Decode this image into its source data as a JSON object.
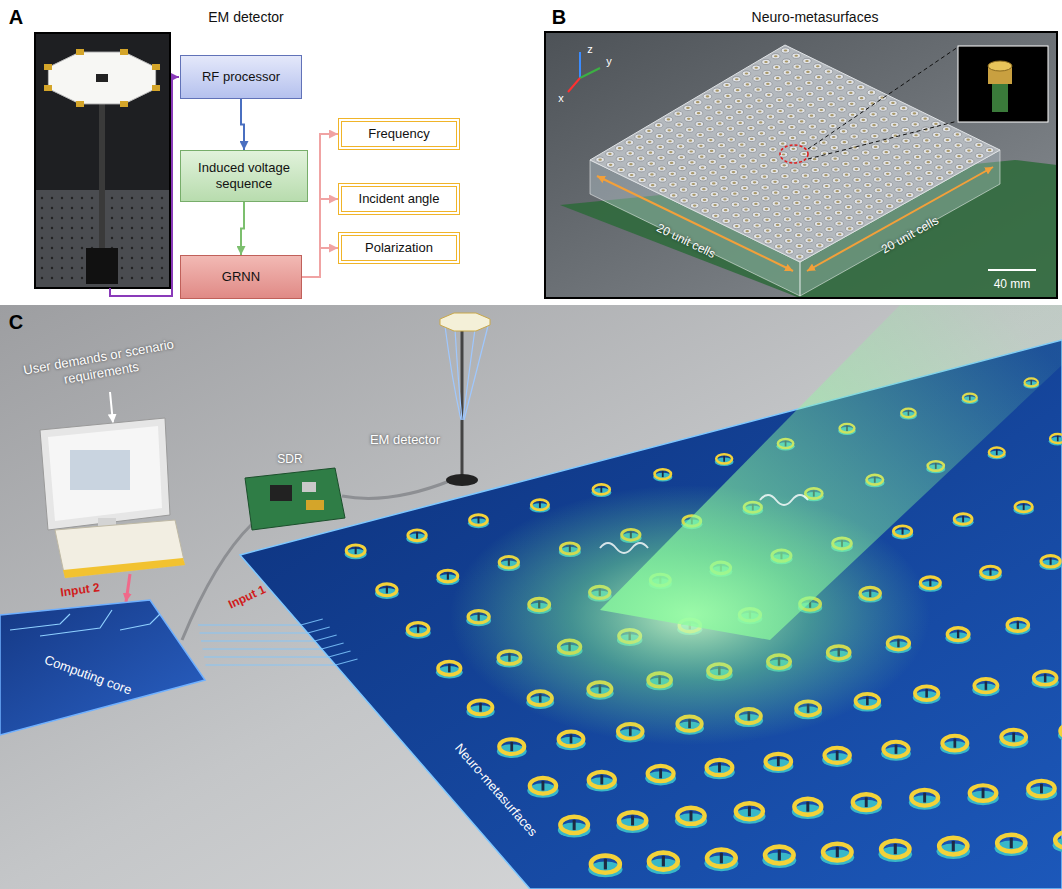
{
  "diagram": {
    "nodes": [
      {
        "text": [
          "RF processor"
        ]
      },
      {
        "text": [
          "Induced voltage sequence"
        ]
      },
      {
        "text": [
          "GRNN"
        ]
      },
      {
        "text": [
          "Frequency"
        ]
      },
      {
        "text": [
          "Incident angle"
        ]
      },
      {
        "text": [
          "Polarization"
        ]
      }
    ],
    "edges": [
      {
        "from": 0,
        "to": 1,
        "arrow": "to"
      },
      {
        "from": 1,
        "to": 2,
        "arrow": "to"
      },
      {
        "from": 2,
        "to": 3,
        "arrow": "to"
      },
      {
        "from": 2,
        "to": 4,
        "arrow": "to"
      },
      {
        "from": 2,
        "to": 5,
        "arrow": "to"
      }
    ],
    "labels": [
      "A",
      "EM detector",
      "B",
      "Neuro-metasurfaces",
      "z",
      "y",
      "x",
      "20 unit cells",
      "20 unit cells",
      "40 mm",
      "C",
      "User demands or scenario requirements",
      "EM detector",
      "SDR",
      "Input 2",
      "Input 1",
      "Computing core",
      "Neuro-metasurfaces"
    ]
  }
}
